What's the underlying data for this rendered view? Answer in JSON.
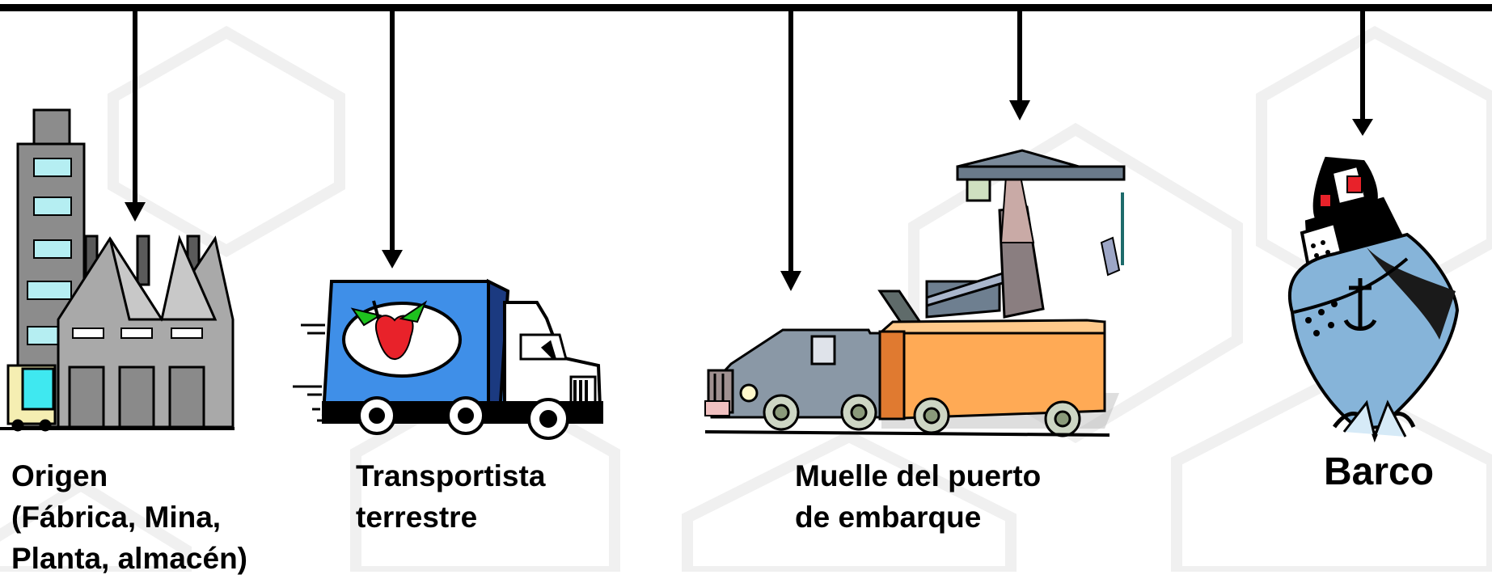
{
  "diagram": {
    "stages": [
      {
        "id": "origen",
        "label": "Origen\n(Fábrica, Mina,\nPlanta, almacén)",
        "icon": "factory-icon"
      },
      {
        "id": "transportista",
        "label": "Transportista\nterrestre",
        "icon": "delivery-truck-icon"
      },
      {
        "id": "muelle",
        "label": "Muelle del puerto\nde embarque",
        "icon": "port-crane-truck-icon"
      },
      {
        "id": "barco",
        "label": "Barco",
        "icon": "cargo-ship-icon"
      }
    ]
  },
  "colors": {
    "timeline": "#000000",
    "factory": "#a9a9a9",
    "truck_box": "#3f8fe8",
    "apple": "#e8222a",
    "container": "#ffaa55",
    "ship": "#86b4d9",
    "watermark": "#f0f0f0"
  }
}
